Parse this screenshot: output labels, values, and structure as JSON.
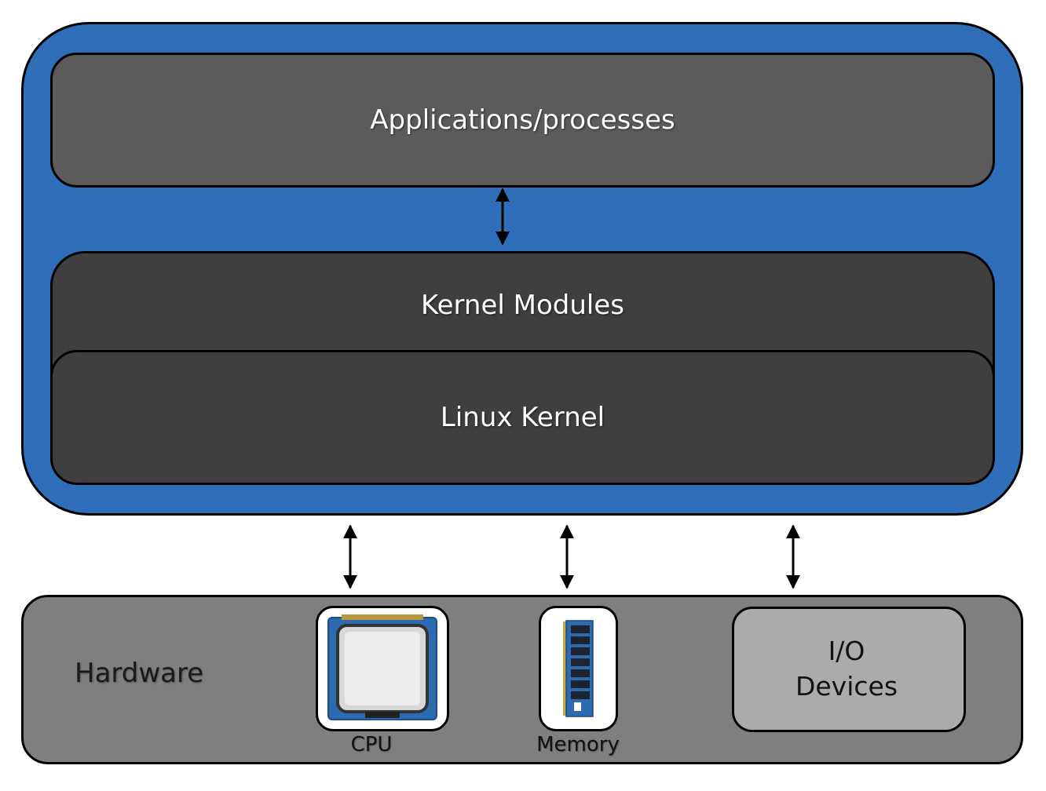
{
  "colors": {
    "os_container": "#2f6eb8",
    "applications_layer": "#5b5b5b",
    "kernel_layers": "#3f3f3f",
    "hardware": "#7f7f7f",
    "io_devices": "#ababab",
    "cpu_frame": "#2c6bb0",
    "cpu_chip": "#d8d8d8",
    "memory_stick": "#2c6bb0"
  },
  "layers": {
    "applications": "Applications/processes",
    "kernel_modules": "Kernel Modules",
    "linux_kernel": "Linux Kernel"
  },
  "hardware": {
    "label": "Hardware",
    "cpu_label": "CPU",
    "cpu_icon": "cpu-chip-icon",
    "memory_label": "Memory",
    "memory_icon": "ram-stick-icon",
    "io_line1": "I/O",
    "io_line2": "Devices"
  }
}
